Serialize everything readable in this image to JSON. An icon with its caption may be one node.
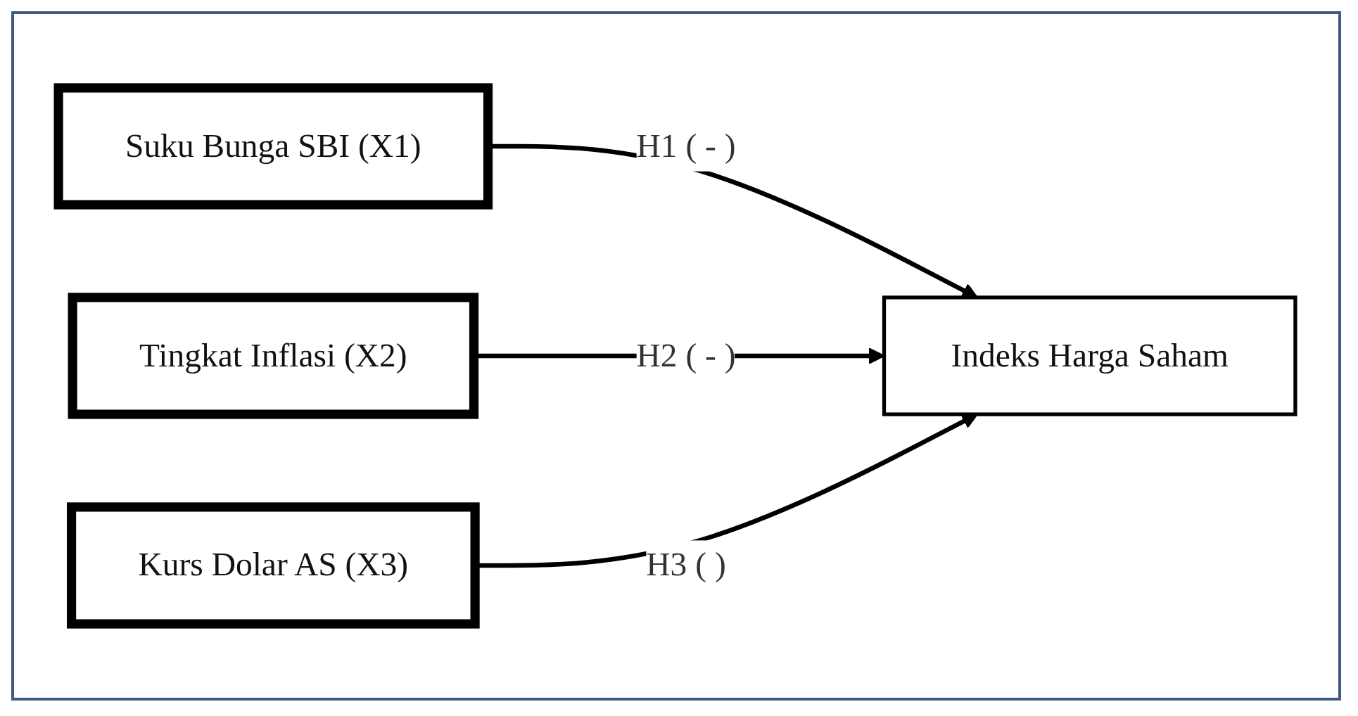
{
  "diagram": {
    "nodes": [
      {
        "text": [
          "Suku Bunga SBI (X1)"
        ]
      },
      {
        "text": [
          "Tingkat Inflasi (X2)"
        ]
      },
      {
        "text": [
          "Kurs Dolar AS (X3)"
        ]
      },
      {
        "text": [
          "Indeks Harga Saham"
        ]
      }
    ],
    "edges": [
      {
        "from": 0,
        "to": 3,
        "arrow": "to",
        "label": "H1 ( - )"
      },
      {
        "from": 1,
        "to": 3,
        "arrow": "to",
        "label": "H2 ( - )"
      },
      {
        "from": 2,
        "to": 3,
        "arrow": "to",
        "label": "H3 ( )"
      }
    ]
  }
}
